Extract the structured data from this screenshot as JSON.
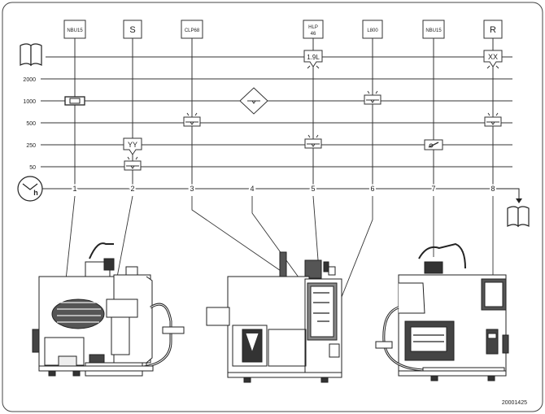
{
  "lubricant_boxes": [
    {
      "point": "1",
      "code": "NBU15",
      "code2": ""
    },
    {
      "point": "2",
      "code": "S",
      "code2": ""
    },
    {
      "point": "3",
      "code": "CLP68",
      "code2": ""
    },
    {
      "point": "5",
      "code": "HLP",
      "code2": "46"
    },
    {
      "point": "6",
      "code": "L800",
      "code2": ""
    },
    {
      "point": "7",
      "code": "NBU15",
      "code2": ""
    },
    {
      "point": "8",
      "code": "R",
      "code2": ""
    }
  ],
  "interval_labels": [
    "2000",
    "1000",
    "500",
    "250",
    "50"
  ],
  "point_numbers": [
    "1",
    "2",
    "3",
    "4",
    "5",
    "6",
    "7",
    "8"
  ],
  "hour_symbol": "h",
  "quantity_labels": {
    "yy": "YY",
    "volume": "1.9L",
    "xx": "XX"
  },
  "figure_number": "20001425",
  "icons": [
    "manual-book-icon",
    "clock-icon",
    "manual-book-icon"
  ]
}
